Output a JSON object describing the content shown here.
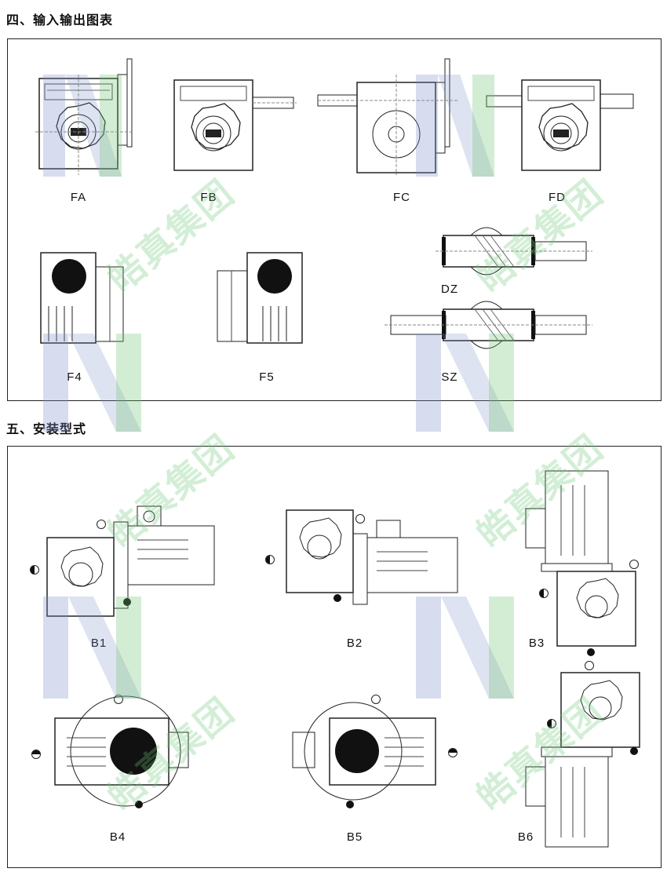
{
  "section4": {
    "title": "四、输入输出图表",
    "items": [
      "FA",
      "FB",
      "FC",
      "FD",
      "F4",
      "F5",
      "DZ",
      "SZ"
    ]
  },
  "section5": {
    "title": "五、安装型式",
    "items": [
      "B1",
      "B2",
      "B3",
      "B4",
      "B5",
      "B6"
    ]
  },
  "watermark": {
    "text": "皓真集团",
    "colors": {
      "green": "#6cc46f",
      "blue": "#7b90c8"
    }
  },
  "icons": {
    "breather": "breather-plug-icon",
    "level": "oil-level-plug-icon",
    "drain": "drain-plug-icon"
  }
}
